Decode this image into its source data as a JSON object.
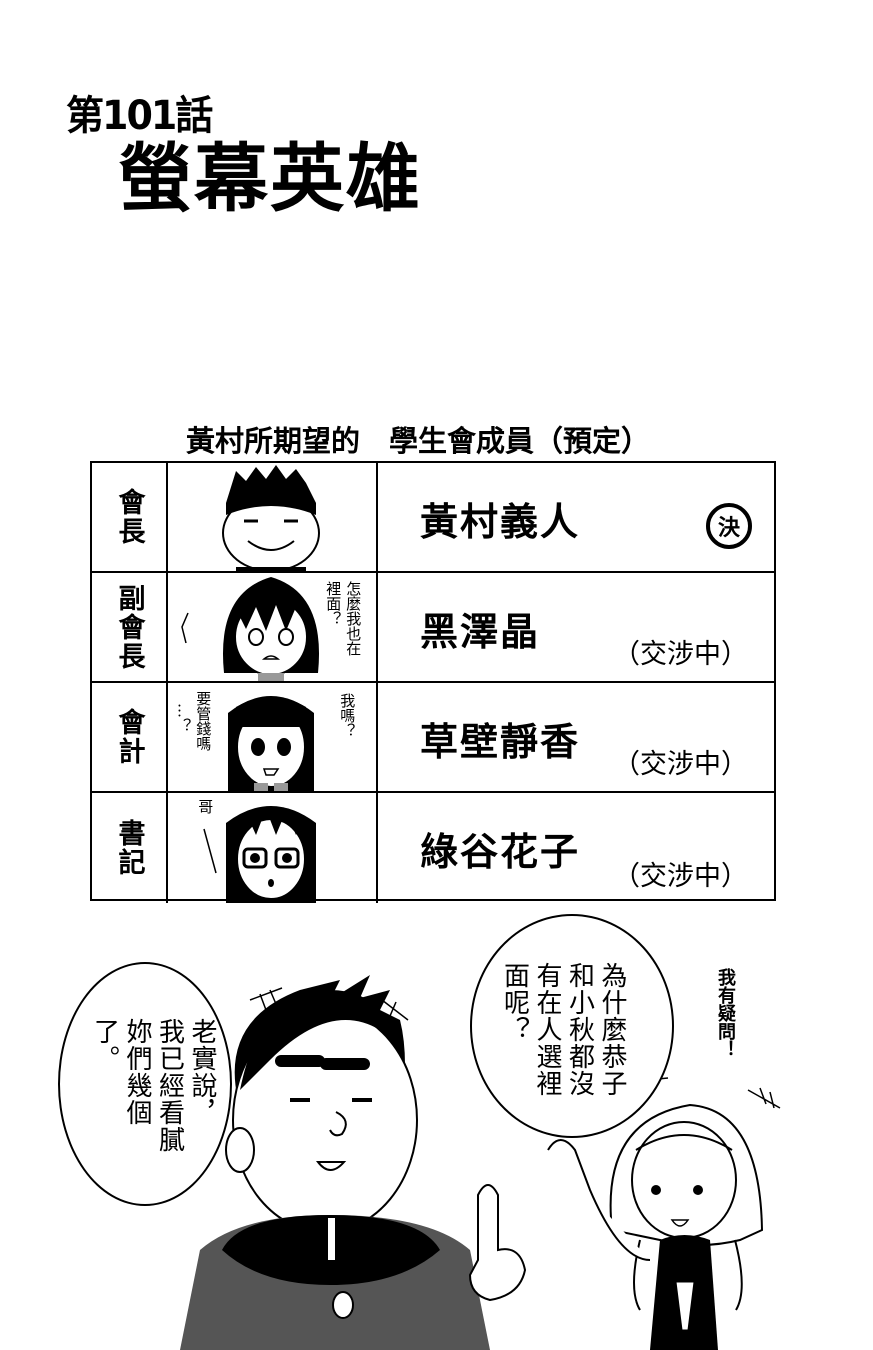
{
  "header": {
    "chapter_number": "第101話",
    "chapter_title": "螢幕英雄"
  },
  "roster": {
    "caption": "黃村所期望的　學生會成員（預定）",
    "rows": [
      {
        "role": "會長",
        "name": "黃村義人",
        "status": "",
        "badge": "決",
        "asides": []
      },
      {
        "role": "副會長",
        "name": "黑澤晶",
        "status": "（交涉中）",
        "badge": "",
        "asides": [
          "怎麼我也在",
          "裡面？"
        ]
      },
      {
        "role": "會計",
        "name": "草壁靜香",
        "status": "（交涉中）",
        "badge": "",
        "asides": [
          "我嗎？",
          "要管錢嗎",
          "…？"
        ]
      },
      {
        "role": "書記",
        "name": "綠谷花子",
        "status": "（交涉中）",
        "badge": "",
        "asides": [
          "哥"
        ]
      }
    ]
  },
  "panel": {
    "left_bubble": {
      "lines": [
        "老實說，",
        "我已經看膩",
        "妳們幾個了。"
      ]
    },
    "right_bubble": {
      "lines": [
        "為什麼恭子",
        "和小秋都沒",
        "有在人選裡",
        "面呢？"
      ]
    },
    "shout": "我有疑問！"
  }
}
